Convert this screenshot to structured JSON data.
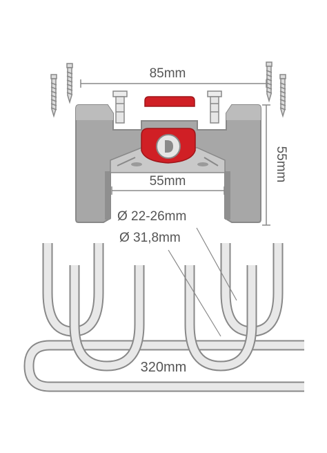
{
  "dimensions": {
    "mount_width": "85mm",
    "mount_height": "55mm",
    "inner_width": "55mm",
    "clamp_small": "Ø 22-26mm",
    "clamp_large": "Ø 31,8mm",
    "bar_length": "320mm"
  },
  "colors": {
    "outline": "#888888",
    "body_fill": "#a7a7a7",
    "body_light": "#c9c9c9",
    "accent_red": "#d01f25",
    "text": "#555555"
  }
}
